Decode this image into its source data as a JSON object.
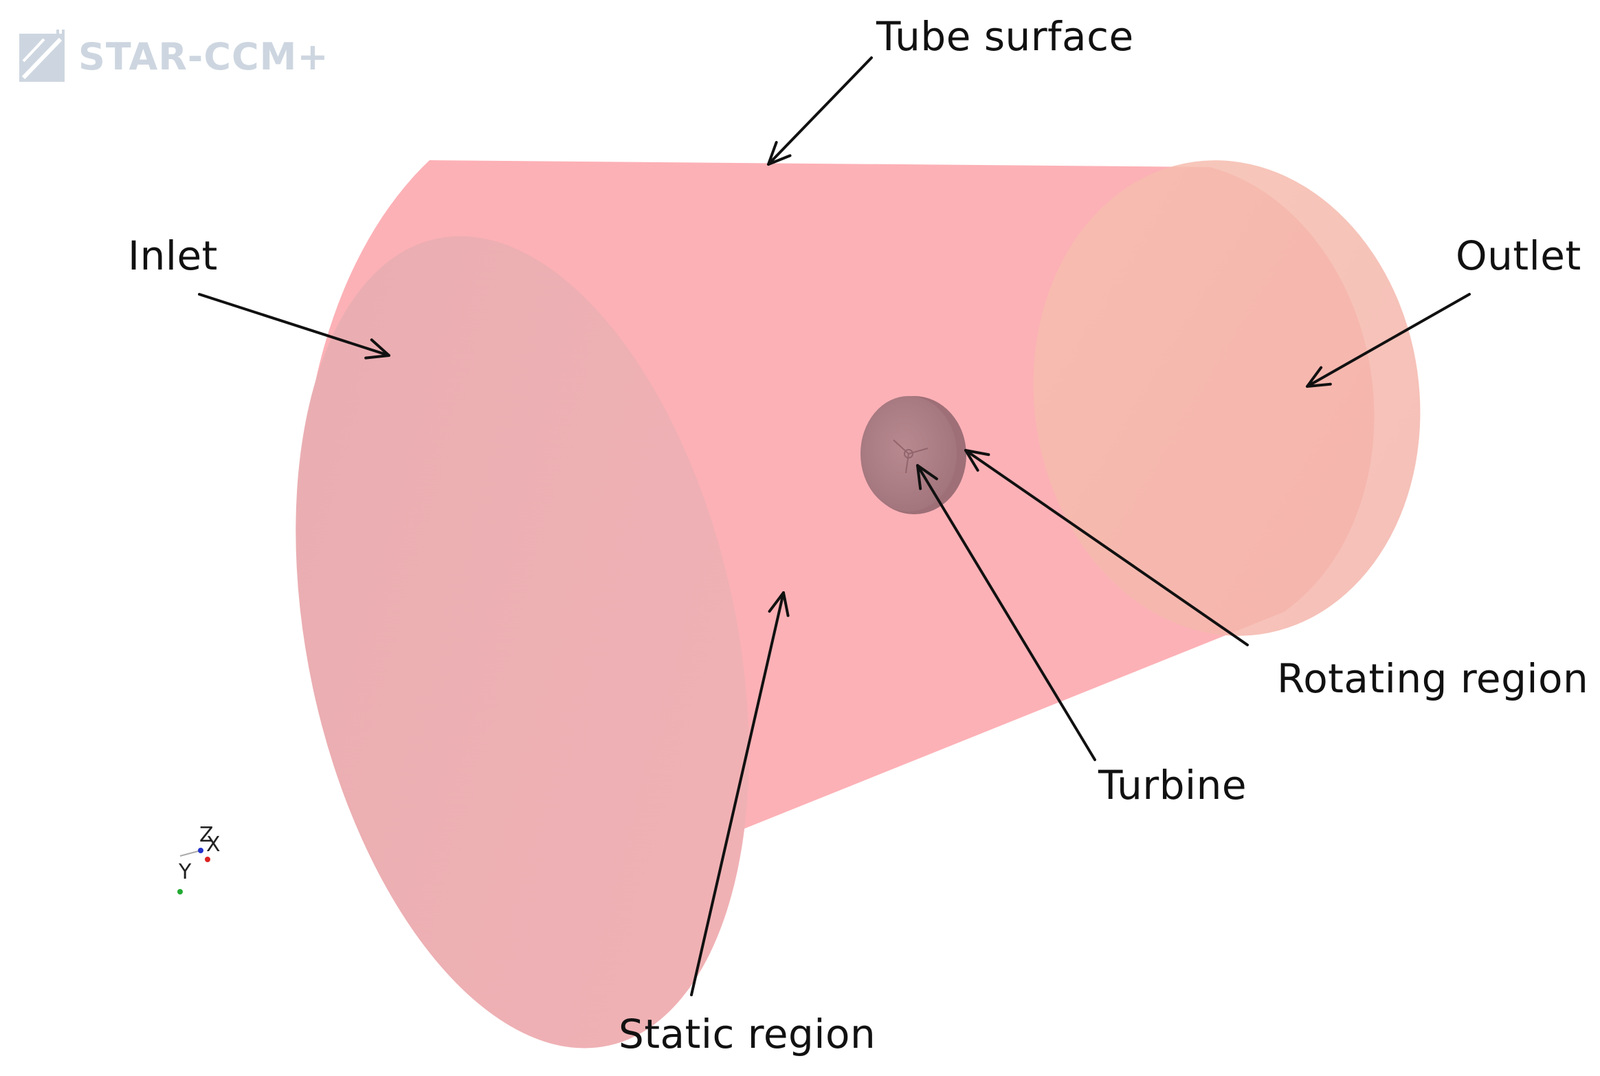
{
  "logo": {
    "text": "STAR-CCM+",
    "icon": "star-ccm-logo-icon"
  },
  "labels": {
    "tube_surface": "Tube surface",
    "inlet": "Inlet",
    "outlet": "Outlet",
    "rotating_region": "Rotating region",
    "turbine": "Turbine",
    "static_region": "Static region"
  },
  "triad": {
    "z": "Z",
    "x": "X",
    "y": "Y"
  },
  "colors": {
    "body": "#fcb1b6",
    "inlet_face": "#efb1b3",
    "outlet_face": "#f6b8ae",
    "rotating_region": "#a87880",
    "arrow": "#111111",
    "logo": "#cdd6e0"
  }
}
